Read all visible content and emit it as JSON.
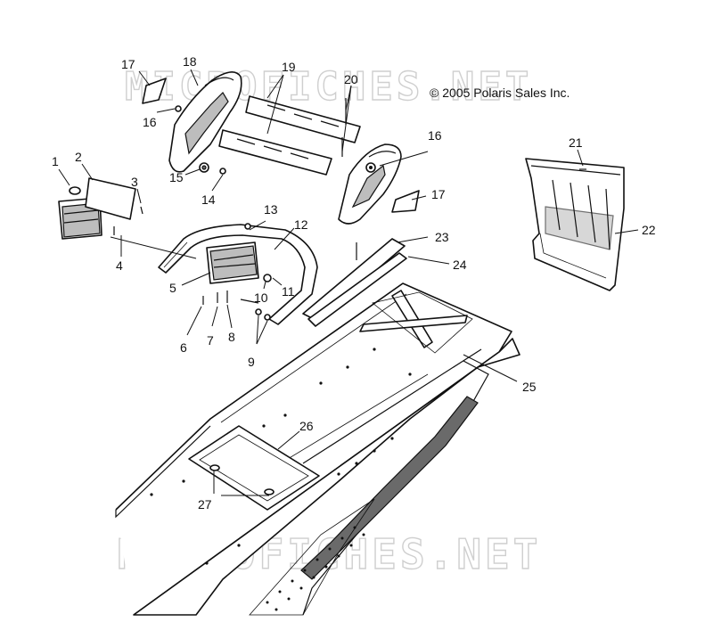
{
  "diagram": {
    "copyright": "© 2005 Polaris Sales Inc.",
    "watermark_top": "MICROFICHES.NET",
    "watermark_bottom": "MICROFICHES.NET",
    "callouts": {
      "c1": "1",
      "c2": "2",
      "c3": "3",
      "c4": "4",
      "c5": "5",
      "c6": "6",
      "c7": "7",
      "c8": "8",
      "c9": "9",
      "c10": "10",
      "c11": "11",
      "c12": "12",
      "c13": "13",
      "c14": "14",
      "c15": "15",
      "c16a": "16",
      "c16b": "16",
      "c17a": "17",
      "c17b": "17",
      "c18": "18",
      "c19": "19",
      "c20": "20",
      "c21": "21",
      "c22": "22",
      "c23": "23",
      "c24": "24",
      "c25": "25",
      "c26": "26",
      "c27": "27"
    }
  }
}
